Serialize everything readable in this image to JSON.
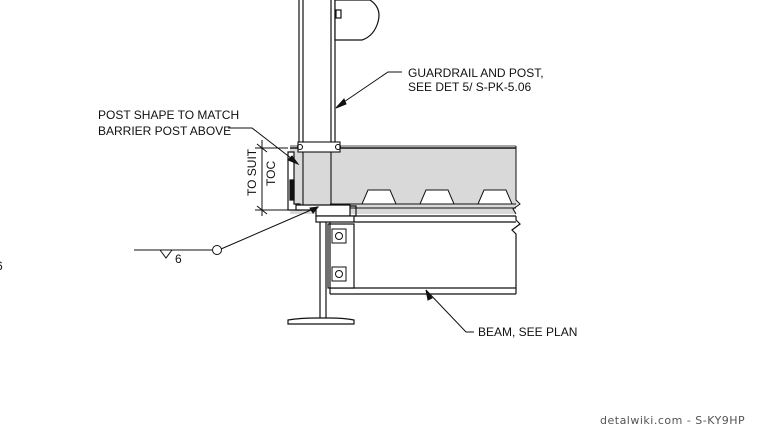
{
  "labels": {
    "guardrail_line1": "GUARDRAIL AND POST,",
    "guardrail_line2": "SEE DET 5/ S-PK-5.06",
    "post_line1": "POST SHAPE TO MATCH",
    "post_line2": "BARRIER POST ABOVE",
    "to_suit": "TO SUIT",
    "toc": "TOC",
    "weld_size": "6",
    "edge_fragment": "6",
    "beam": "BEAM, SEE PLAN"
  },
  "watermark": "detalwiki.com - S-KY9HP",
  "colors": {
    "line": "#111111",
    "concrete_fill": "#d9d9d9",
    "watermark": "#555555"
  }
}
